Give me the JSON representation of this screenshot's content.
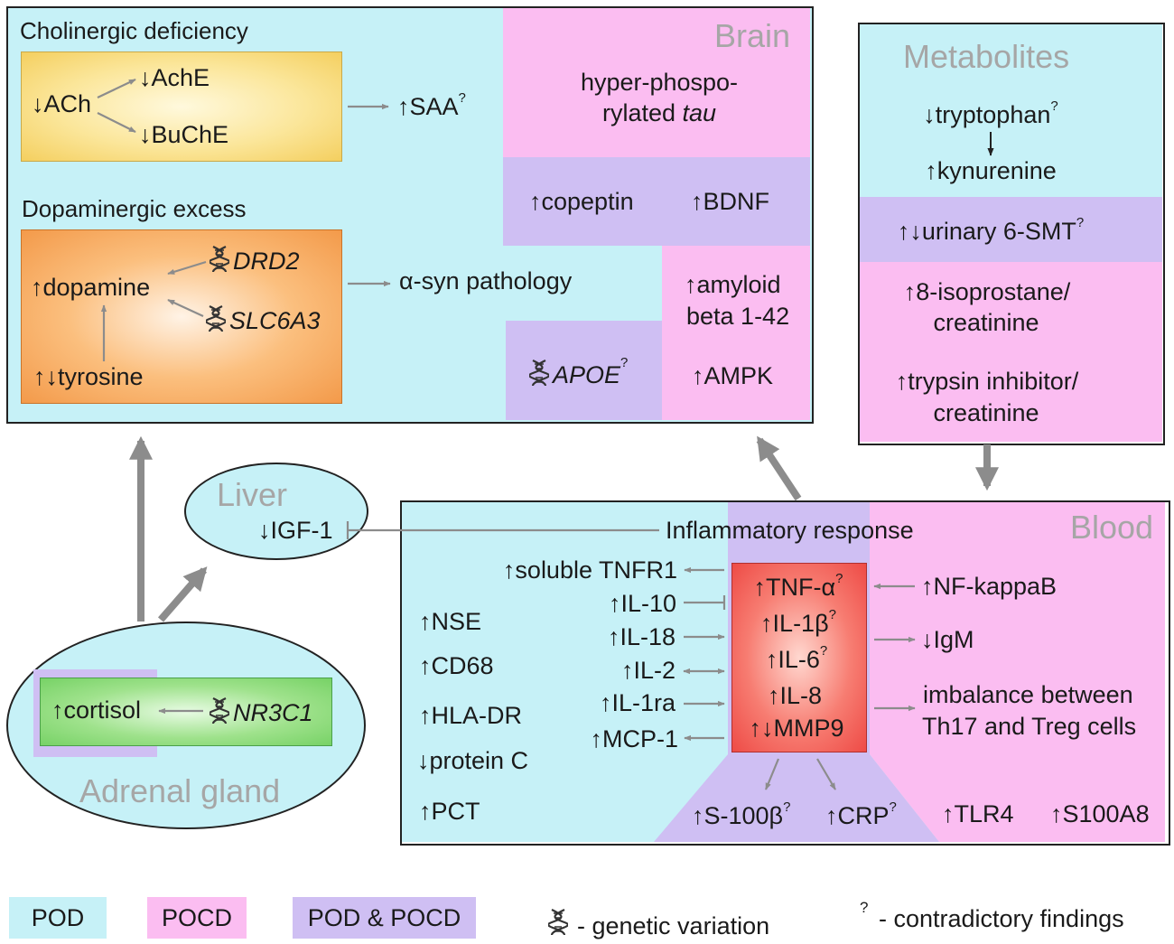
{
  "colors": {
    "pod": "#c6f1f7",
    "pocd": "#fbbdf1",
    "pod_pocd": "#cfbff3",
    "arrow": "#8c8c8c",
    "region_title": "#a6a6a6"
  },
  "brain": {
    "title": "Brain",
    "cholinergic": {
      "heading": "Cholinergic deficiency",
      "ach": "↓ACh",
      "ache": "↓AchE",
      "buche": "↓BuChE",
      "saa": "↑SAA",
      "saa_mark": "?"
    },
    "dopaminergic": {
      "heading": "Dopaminergic excess",
      "dopamine": "↑dopamine",
      "drd2": "DRD2",
      "slc6a3": "SLC6A3",
      "tyrosine": "↑↓tyrosine",
      "asyn": "α-syn pathology"
    },
    "tau_line1": "hyper-phospo-",
    "tau_line2_prefix": "rylated ",
    "tau_line2_italic": "tau",
    "copeptin": "↑copeptin",
    "bdnf": "↑BDNF",
    "amyloid_line1": "↑amyloid",
    "amyloid_line2": "beta 1-42",
    "apoe": "APOE",
    "apoe_mark": "?",
    "ampk": "↑AMPK"
  },
  "metabolites": {
    "title": "Metabolites",
    "tryptophan": "↓tryptophan",
    "tryptophan_mark": "?",
    "kynurenine": "↑kynurenine",
    "smt": "↑↓urinary 6-SMT",
    "smt_mark": "?",
    "isoprostane_line1": "↑8-isoprostane/",
    "isoprostane_line2": "creatinine",
    "trypsin_line1": "↑trypsin inhibitor/",
    "trypsin_line2": "creatinine"
  },
  "liver": {
    "title": "Liver",
    "igf": "↓IGF-1"
  },
  "adrenal": {
    "title": "Adrenal gland",
    "cortisol": "↑cortisol",
    "nr3c1": "NR3C1"
  },
  "blood": {
    "title": "Blood",
    "inflammatory": "Inflammatory response",
    "tnfr1": "↑soluble TNFR1",
    "il10": "↑IL-10",
    "il18": "↑IL-18",
    "il2": "↑IL-2",
    "il1ra": "↑IL-1ra",
    "mcp1": "↑MCP-1",
    "nse": "↑NSE",
    "cd68": "↑CD68",
    "hladr": "↑HLA-DR",
    "proteinc": "↓protein C",
    "pct": "↑PCT",
    "tnfa": "↑TNF-α",
    "il1b": "↑IL-1β",
    "il6": "↑IL-6",
    "il8": "↑IL-8",
    "mmp9": "↑↓MMP9",
    "mark": "?",
    "nfkappab": "↑NF-kappaB",
    "igm": "↓IgM",
    "imbalance_line1": "imbalance between",
    "imbalance_line2": "Th17 and Treg cells",
    "s100b": "↑S-100β",
    "crp": "↑CRP",
    "tlr4": "↑TLR4",
    "s100a8": "↑S100A8"
  },
  "legend": {
    "pod": "POD",
    "pocd": "POCD",
    "pod_pocd": "POD & POCD",
    "genetic": "- genetic variation",
    "question_mark": "?",
    "contradictory": "- contradictory findings"
  }
}
